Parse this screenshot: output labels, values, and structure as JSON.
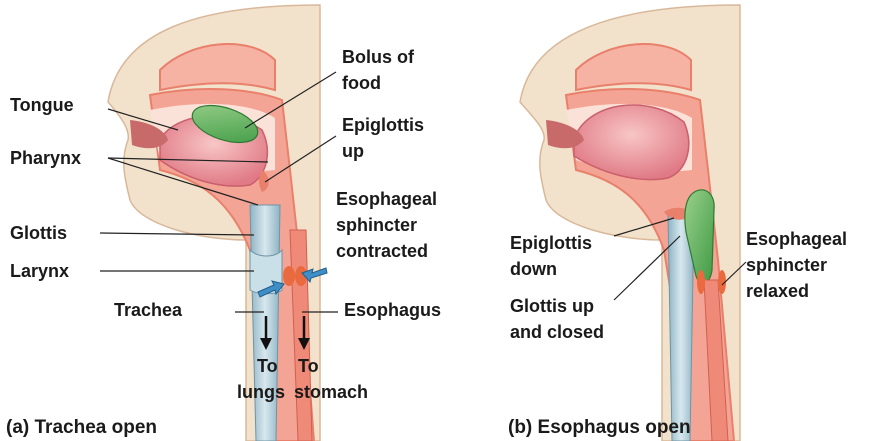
{
  "panel_a": {
    "caption": "(a) Trachea open",
    "labels": {
      "tongue": "Tongue",
      "pharynx": "Pharynx",
      "glottis": "Glottis",
      "larynx": "Larynx",
      "trachea": "Trachea",
      "bolus_1": "Bolus of",
      "bolus_2": "food",
      "epiglottis_1": "Epiglottis",
      "epiglottis_2": "up",
      "sphincter_1": "Esophageal",
      "sphincter_2": "sphincter",
      "sphincter_3": "contracted",
      "esophagus": "Esophagus",
      "to_lungs_1": "To",
      "to_lungs_2": "lungs",
      "to_stomach_1": "To",
      "to_stomach_2": "stomach"
    }
  },
  "panel_b": {
    "caption": "(b) Esophagus open",
    "labels": {
      "epiglottis_1": "Epiglottis",
      "epiglottis_2": "down",
      "glottis_1": "Glottis up",
      "glottis_2": "and closed",
      "sphincter_1": "Esophageal",
      "sphincter_2": "sphincter",
      "sphincter_3": "relaxed"
    }
  },
  "colors": {
    "skin": "#f2e2cc",
    "tissue": "#f4a494",
    "tissue_edge": "#e8806c",
    "tongue": "#ec9aa0",
    "bolus": "#6fbf6a",
    "trachea": "#a9c9d6",
    "sphincter": "#ea6a3f",
    "arrow_blue": "#3f8fc6"
  }
}
